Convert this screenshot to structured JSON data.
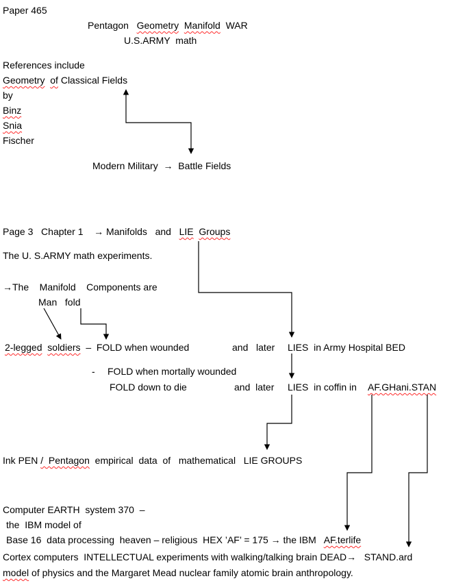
{
  "header": {
    "paper": "Paper 465",
    "title": {
      "p1": "Pentagon",
      "p2": "Geometry",
      "p3": "Manifold",
      "p4": "WAR"
    },
    "subtitle": "U.S.ARMY  math"
  },
  "references": {
    "intro": "References include",
    "book": {
      "p1": "Geometry",
      "p2": "of",
      "p3": "Classical Fields"
    },
    "by": "by",
    "authors": [
      "Binz",
      "Snia",
      "Fischer"
    ]
  },
  "modern": {
    "p1": "Modern Military",
    "arrow": "→",
    "p2": "Battle Fields"
  },
  "chapter": {
    "page": "Page 3   Chapter 1",
    "arrow": "→",
    "topic": "Manifolds   and",
    "lie": "LIE",
    "groups": "Groups"
  },
  "experiments": "The U. S.ARMY math experiments.",
  "components": {
    "arrow": "→",
    "text": "The    Manifold    Components are",
    "man": "Man",
    "fold": "fold"
  },
  "soldiers": {
    "p1": "2-legged",
    "p2": "soldiers",
    "p3": "–  FOLD when wounded",
    "p4": "and   later",
    "p5": "LIES  in Army Hospital BED"
  },
  "mortal": {
    "dash": "-",
    "line1": "FOLD when mortally wounded",
    "line2": "FOLD down to die",
    "p4": "and  later",
    "p5": "LIES  in coffin in",
    "place": "AF.GHani.STAN"
  },
  "ink": {
    "p1": "Ink PEN",
    "p2": "/  Pentagon",
    "p3": "empirical  data  of   mathematical   LIE GROUPS"
  },
  "computer": {
    "line1": "Computer EARTH  system 370  –",
    "line2": "the  IBM model of",
    "line3a": "Base 16  data processing  heaven – religious  HEX ’AF’ = 175",
    "arrow": "→",
    "line3b": "the IBM",
    "afterlife": "AF.terlife",
    "line4a": "Cortex computers  INTELLECTUAL experiments with walking/talking brain DEAD",
    "arrow2": "→",
    "stand": "STAND.ard",
    "line5a": "model",
    "line5b": "of physics and the Margaret Mead nuclear family atomic brain anthropology."
  }
}
